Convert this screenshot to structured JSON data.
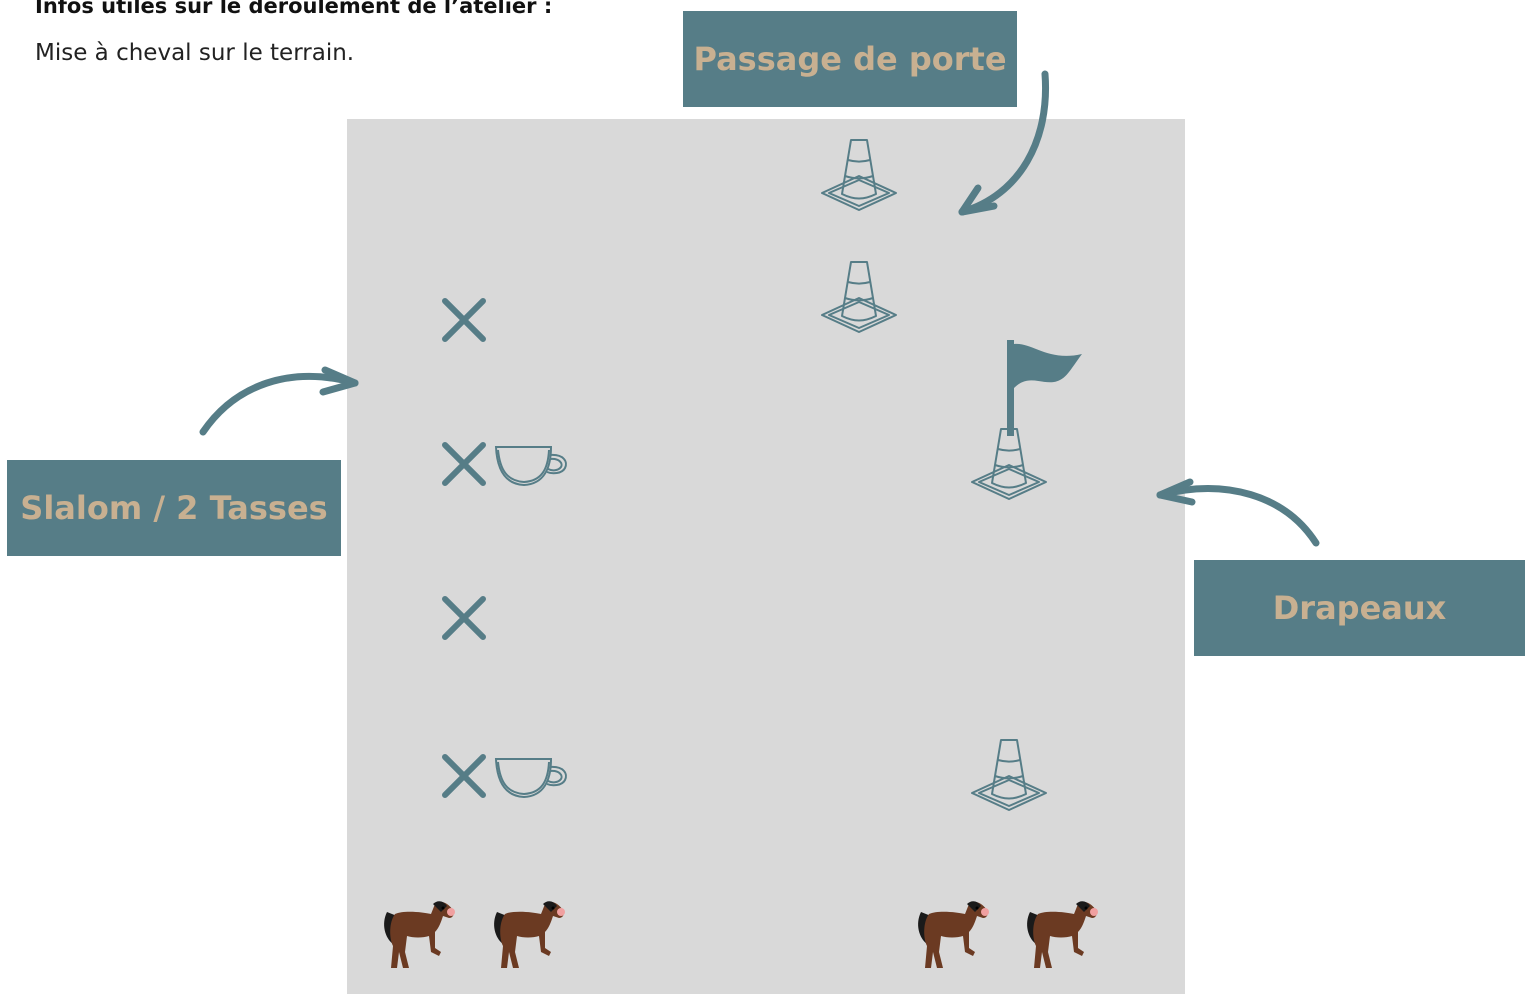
{
  "info": {
    "title": "Infos utiles sur le déroulement de l’atelier :",
    "text": "Mise à cheval sur le terrain."
  },
  "labels": {
    "passage_de_porte": "Passage de porte",
    "slalom": "Slalom / 2 Tasses",
    "drapeaux": "Drapeaux"
  },
  "icons": [
    "cross-icon",
    "cup-icon",
    "cone-icon",
    "flag-icon",
    "horse-icon",
    "arrow-icon"
  ],
  "colors": {
    "teal": "#567d87",
    "label_text": "#c8b091",
    "field": "#d9d9d9",
    "horse": "#6b3a22"
  }
}
